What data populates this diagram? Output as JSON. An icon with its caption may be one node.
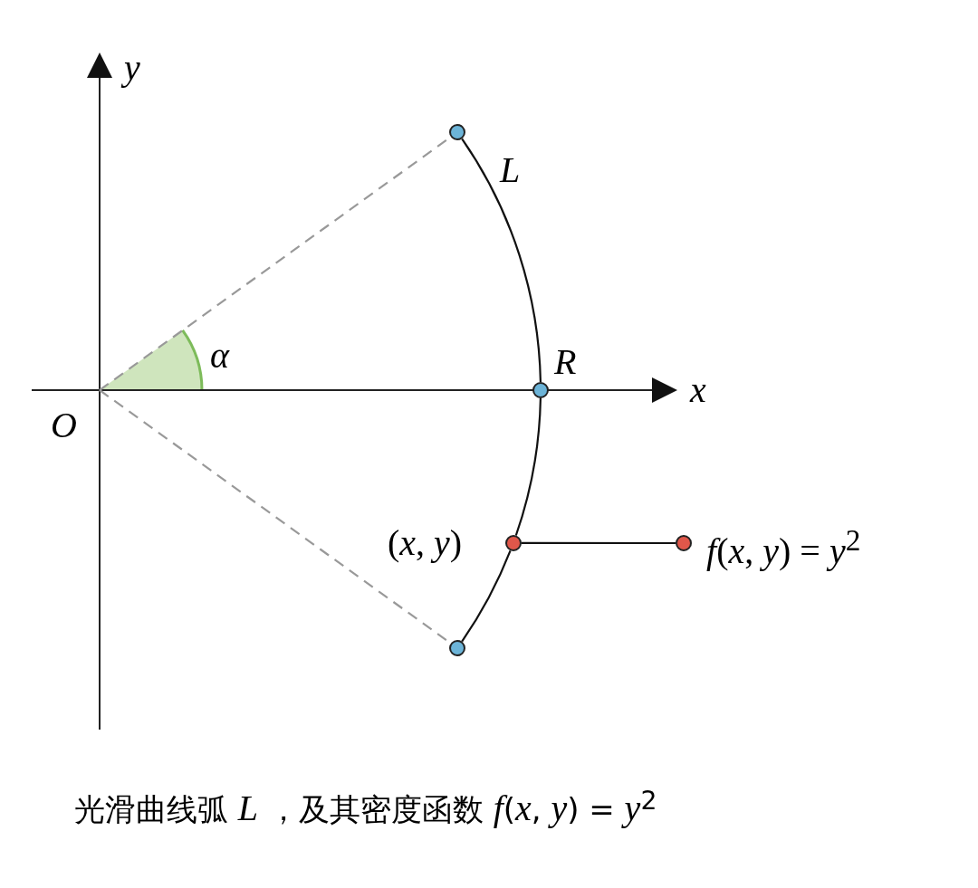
{
  "diagram": {
    "nodes": [
      {
        "text": [],
        "shape": "circle"
      },
      {
        "text": [],
        "shape": "circle",
        "beside": [
          "*R*"
        ]
      },
      {
        "text": [],
        "shape": "circle",
        "beside": [
          "(*x*, *y*)"
        ]
      },
      {
        "text": [],
        "shape": "circle",
        "beside": [
          "*f*(*x*, *y*) = *y*$^{2}$"
        ]
      },
      {
        "text": [],
        "shape": "circle"
      },
      {
        "text": [
          "*O*"
        ]
      }
    ],
    "edges": [
      {
        "from": 0,
        "to": 1,
        "arrow": "none",
        "label": "*L*"
      },
      {
        "from": 1,
        "to": 2,
        "arrow": "none"
      },
      {
        "from": 2,
        "to": 4,
        "arrow": "none"
      },
      {
        "from": 2,
        "to": 3,
        "arrow": "none"
      },
      {
        "from": 5,
        "to": 0,
        "arrow": "none",
        "style": "dashed",
        "color": "#999999"
      },
      {
        "from": 5,
        "to": 4,
        "arrow": "none",
        "style": "dashed",
        "color": "#999999"
      }
    ],
    "labels": [
      "*y*",
      "*x*",
      "*α*",
      "光滑曲线弧 *L* ，及其密度函数 *f*(*x*, *y*) = *y*$^{2}$"
    ]
  }
}
